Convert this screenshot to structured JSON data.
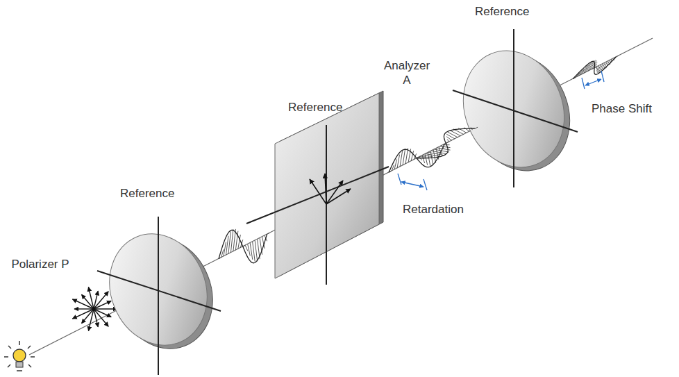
{
  "diagram": {
    "labels": [
      "Reference",
      "Analyzer A",
      "Phase Shift",
      "Reference",
      "Retardation",
      "Reference",
      "Polarizer P"
    ]
  }
}
